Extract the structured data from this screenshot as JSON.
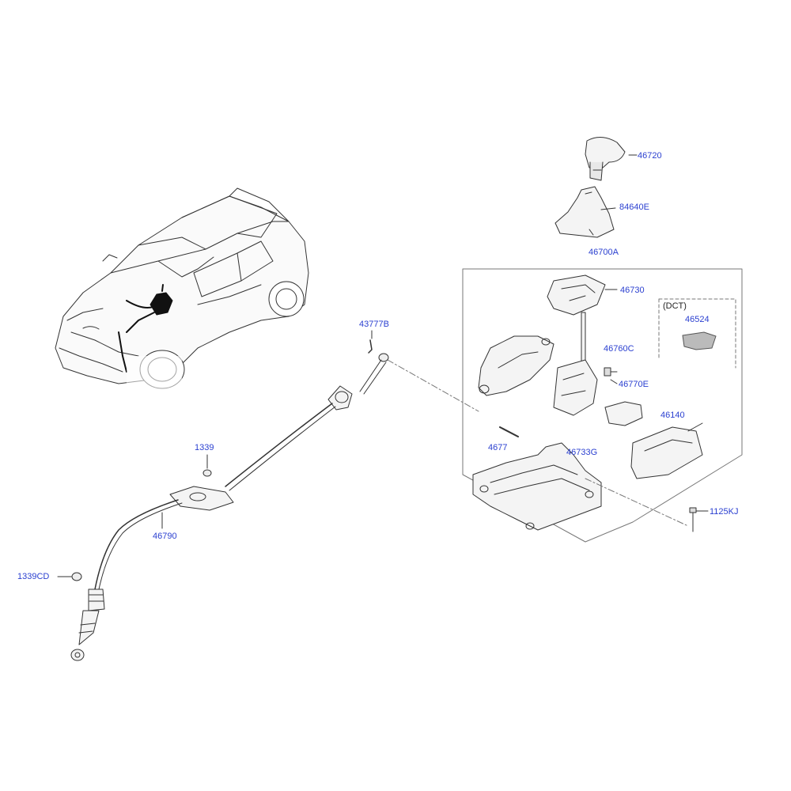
{
  "diagram": {
    "colors": {
      "label": "#2a3fd0",
      "line": "#333333",
      "part_fill": "#f4f4f4",
      "highlight": "#111111"
    },
    "labels": {
      "p46720": "46720",
      "p84640e": "84640E",
      "p46700a": "46700A",
      "p46730": "46730",
      "dct": "(DCT)",
      "p46524": "46524",
      "p43777b": "43777B",
      "p46760c": "46760C",
      "p46770e": "46770E",
      "p46140": "46140",
      "p1339_partial": "1339",
      "p4677_partial": "4677",
      "p46733g": "46733G",
      "p1125kj": "1125KJ",
      "p46790": "46790",
      "p1339cd": "1339CD"
    }
  }
}
